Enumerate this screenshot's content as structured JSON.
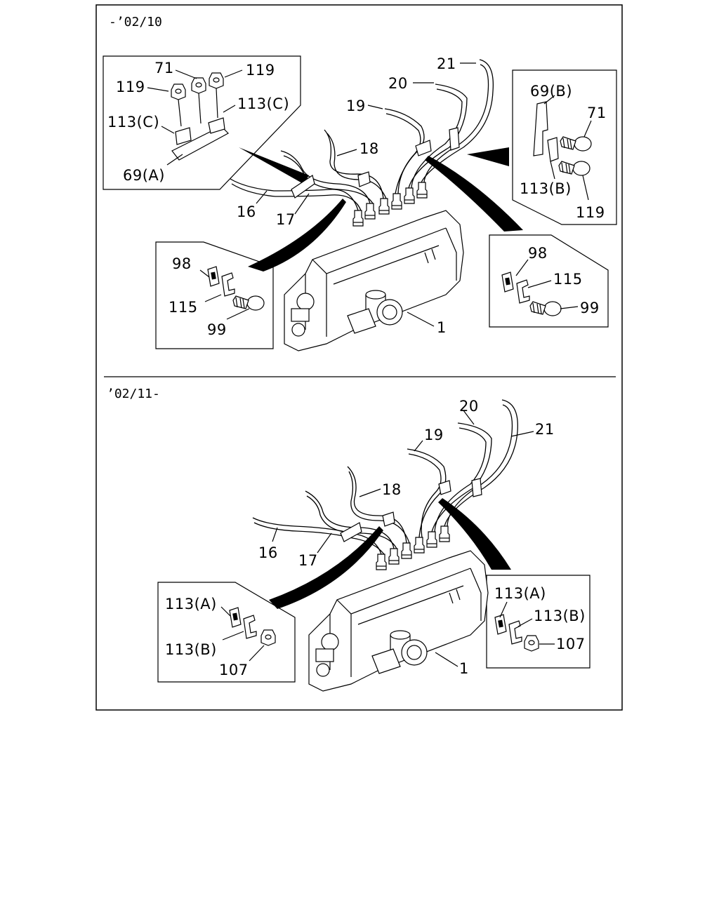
{
  "sections": [
    {
      "id": "before",
      "title": "-’02/10",
      "labels": {
        "p1": "1",
        "p16": "16",
        "p17": "17",
        "p18": "18",
        "p19": "19",
        "p20": "20",
        "p21": "21",
        "tl_71": "71",
        "tl_119a": "119",
        "tl_119b": "119",
        "tl_113c_a": "113(C)",
        "tl_113c_b": "113(C)",
        "tl_69a": "69(A)",
        "tr_69b": "69(B)",
        "tr_71": "71",
        "tr_113b": "113(B)",
        "tr_119": "119",
        "bl_98": "98",
        "bl_115": "115",
        "bl_99": "99",
        "br_98": "98",
        "br_115": "115",
        "br_99": "99"
      }
    },
    {
      "id": "after",
      "title": "’02/11-",
      "labels": {
        "p1": "1",
        "p16": "16",
        "p17": "17",
        "p18": "18",
        "p19": "19",
        "p20": "20",
        "p21": "21",
        "l_113a": "113(A)",
        "l_113b": "113(B)",
        "l_107": "107",
        "r_113a": "113(A)",
        "r_113b": "113(B)",
        "r_107": "107"
      }
    }
  ]
}
